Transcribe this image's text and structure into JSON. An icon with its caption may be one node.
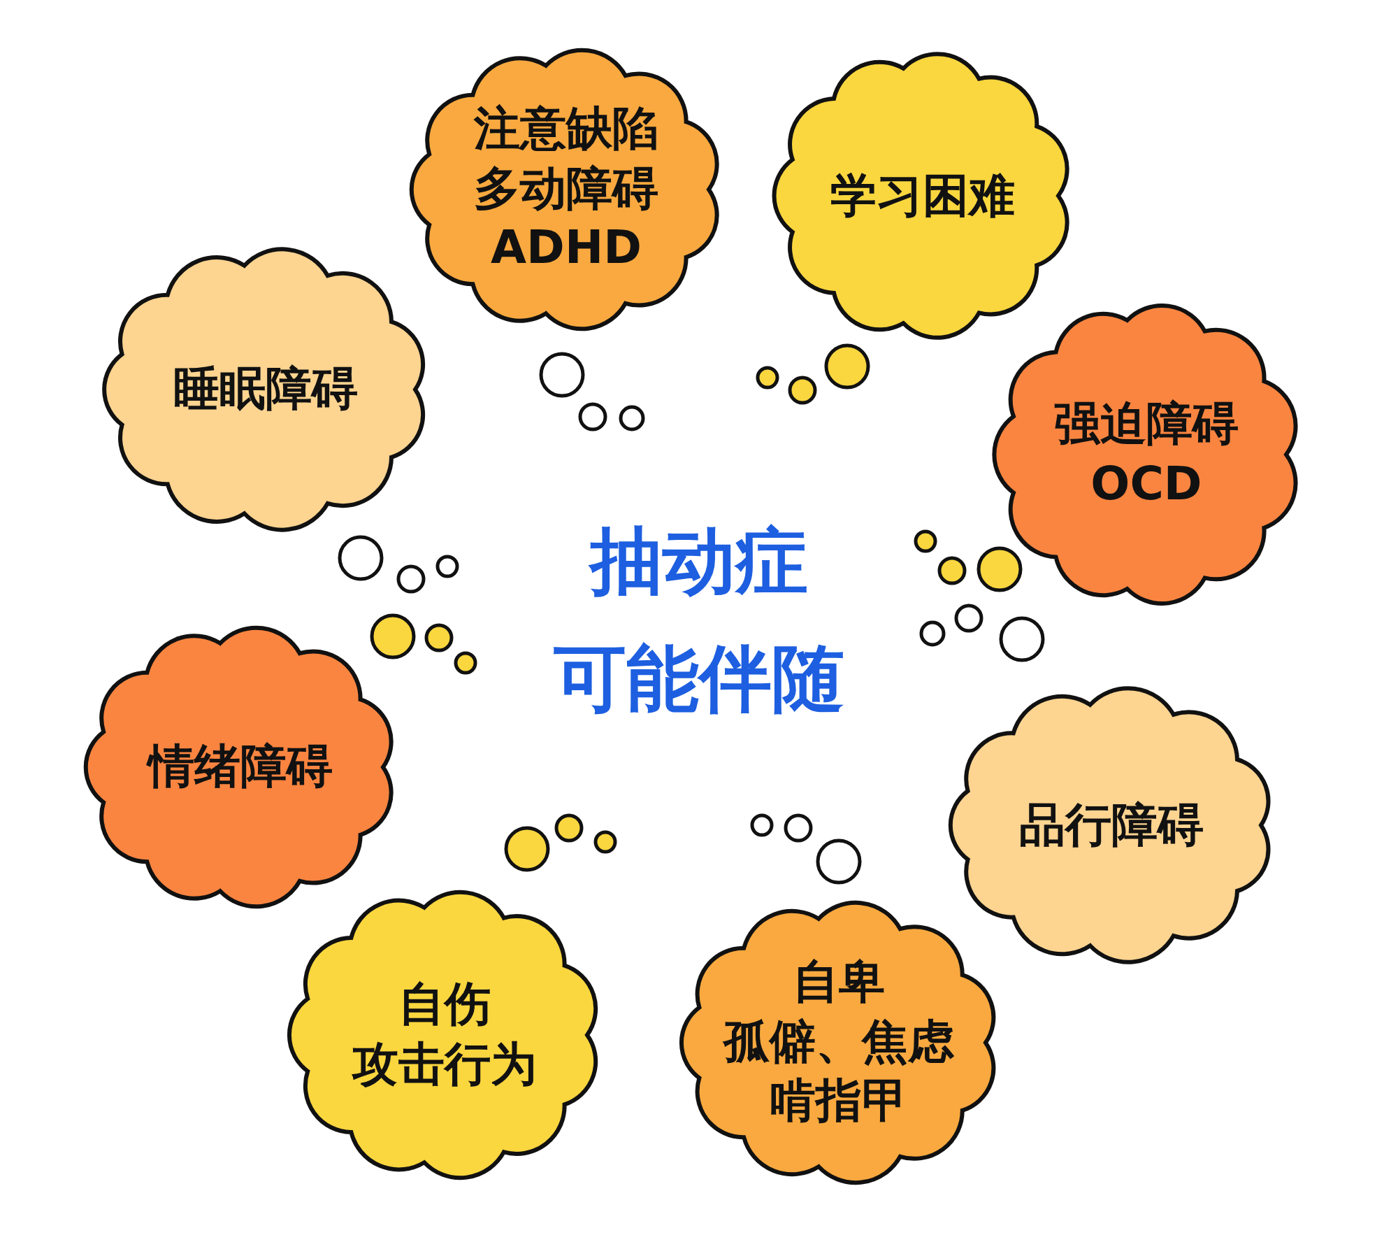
{
  "diagram": {
    "nodes": [
      {
        "text": [
          "注意缺陷多动障碍ADHD"
        ]
      },
      {
        "text": [
          "学习困难"
        ]
      },
      {
        "text": [
          "强迫障碍OCD"
        ]
      },
      {
        "text": [
          "品行障碍"
        ]
      },
      {
        "text": [
          "自卑",
          "孤僻、焦虑",
          "啃指甲"
        ]
      },
      {
        "text": [
          "自伤",
          "攻击行为"
        ]
      },
      {
        "text": [
          "情绪障碍"
        ]
      },
      {
        "text": [
          "睡眠障碍"
        ]
      }
    ],
    "edges": [],
    "labels": [
      "抽动症",
      "可能伴随"
    ]
  }
}
